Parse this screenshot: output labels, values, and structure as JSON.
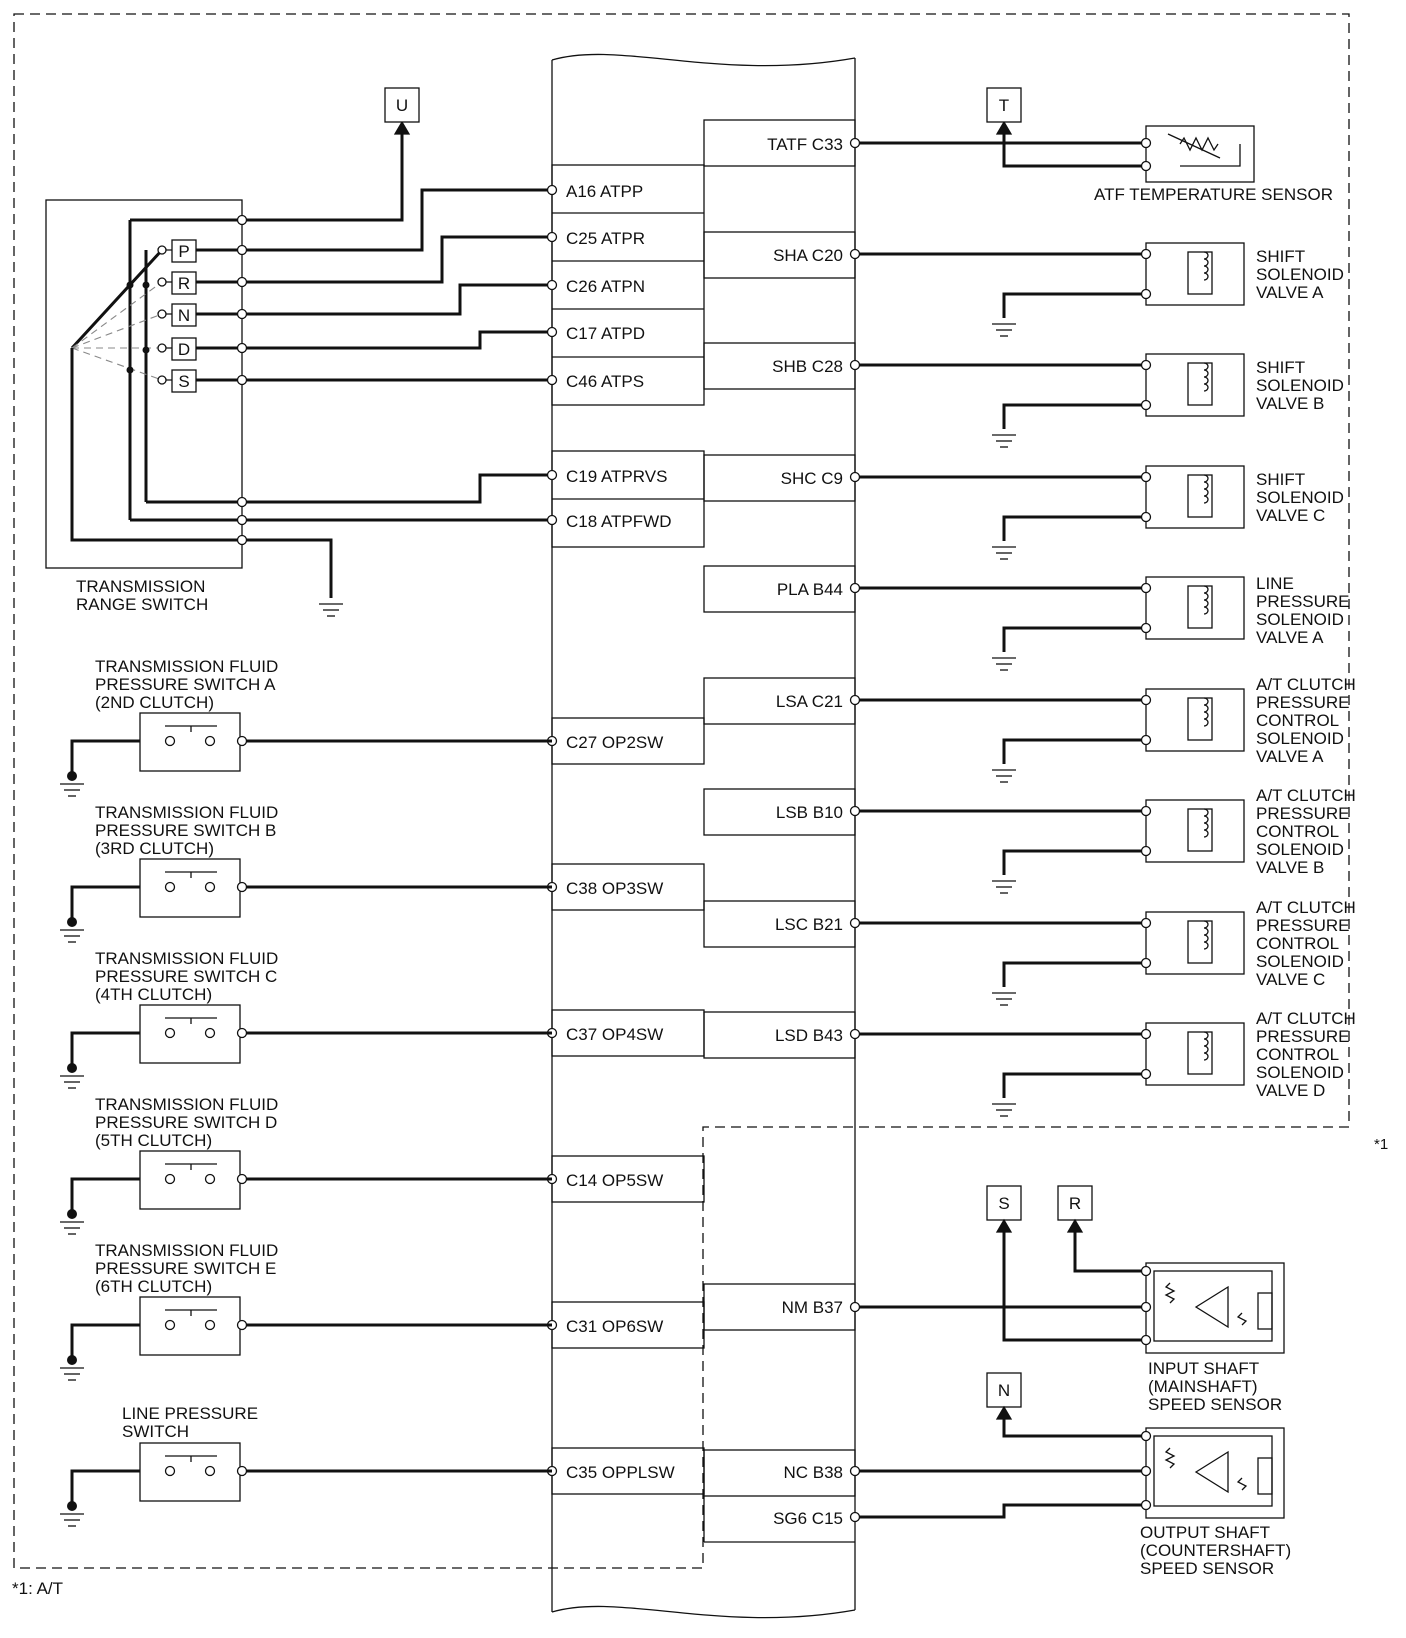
{
  "connectors": {
    "u": "U",
    "t": "T",
    "s": "S",
    "r": "R",
    "n": "N"
  },
  "range_positions": [
    "P",
    "R",
    "N",
    "D",
    "S"
  ],
  "ecm_left_pins": {
    "a16": "A16 ATPP",
    "c25": "C25 ATPR",
    "c26": "C26 ATPN",
    "c17": "C17 ATPD",
    "c46": "C46 ATPS",
    "c19": "C19 ATPRVS",
    "c18": "C18 ATPFWD",
    "c27": "C27 OP2SW",
    "c38": "C38 OP3SW",
    "c37": "C37 OP4SW",
    "c14": "C14 OP5SW",
    "c31": "C31 OP6SW",
    "c35": "C35 OPPLSW"
  },
  "ecm_right_pins": {
    "tatf": "TATF C33",
    "sha": "SHA C20",
    "shb": "SHB C28",
    "shc": "SHC C9",
    "pla": "PLA B44",
    "lsa": "LSA C21",
    "lsb": "LSB B10",
    "lsc": "LSC B21",
    "lsd": "LSD B43",
    "nm": "NM B37",
    "nc": "NC B38",
    "sg6": "SG6 C15"
  },
  "components": {
    "atf_sensor": "ATF TEMPERATURE SENSOR",
    "range_switch": [
      "TRANSMISSION",
      "RANGE SWITCH"
    ],
    "pressure_switch_a": [
      "TRANSMISSION FLUID",
      "PRESSURE SWITCH A",
      "(2ND CLUTCH)"
    ],
    "pressure_switch_b": [
      "TRANSMISSION FLUID",
      "PRESSURE SWITCH B",
      "(3RD CLUTCH)"
    ],
    "pressure_switch_c": [
      "TRANSMISSION FLUID",
      "PRESSURE SWITCH C",
      "(4TH CLUTCH)"
    ],
    "pressure_switch_d": [
      "TRANSMISSION FLUID",
      "PRESSURE SWITCH D",
      "(5TH CLUTCH)"
    ],
    "pressure_switch_e": [
      "TRANSMISSION FLUID",
      "PRESSURE SWITCH E",
      "(6TH CLUTCH)"
    ],
    "line_pressure_switch": [
      "LINE PRESSURE",
      "SWITCH"
    ],
    "shift_a": [
      "SHIFT",
      "SOLENOID",
      "VALVE A"
    ],
    "shift_b": [
      "SHIFT",
      "SOLENOID",
      "VALVE B"
    ],
    "shift_c": [
      "SHIFT",
      "SOLENOID",
      "VALVE C"
    ],
    "line_pressure_solenoid": [
      "LINE",
      "PRESSURE",
      "SOLENOID",
      "VALVE A"
    ],
    "clutch_a": [
      "A/T CLUTCH",
      "PRESSURE",
      "CONTROL",
      "SOLENOID",
      "VALVE A"
    ],
    "clutch_b": [
      "A/T CLUTCH",
      "PRESSURE",
      "CONTROL",
      "SOLENOID",
      "VALVE B"
    ],
    "clutch_c": [
      "A/T CLUTCH",
      "PRESSURE",
      "CONTROL",
      "SOLENOID",
      "VALVE C"
    ],
    "clutch_d": [
      "A/T CLUTCH",
      "PRESSURE",
      "CONTROL",
      "SOLENOID",
      "VALVE D"
    ],
    "input_sensor": [
      "INPUT SHAFT",
      "(MAINSHAFT)",
      "SPEED SENSOR"
    ],
    "output_sensor": [
      "OUTPUT SHAFT",
      "(COUNTERSHAFT)",
      "SPEED SENSOR"
    ]
  },
  "notes": {
    "footnote_mark": "*1",
    "footnote": "*1:  A/T"
  }
}
